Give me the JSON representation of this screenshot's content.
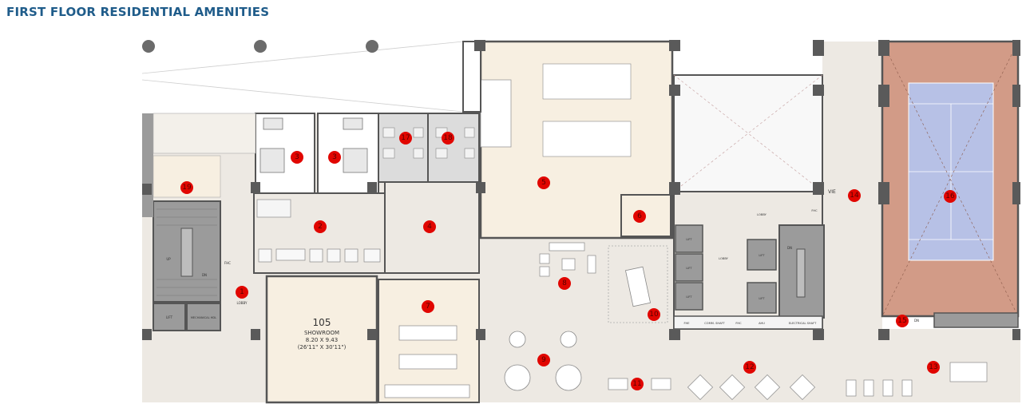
{
  "title": "FIRST FLOOR RESIDENTIAL AMENITIES",
  "colors": {
    "title": "#1f5c8a",
    "floor": "#ede9e3",
    "warm_room": "#f7efe1",
    "wall": "#555555",
    "core": "#9b9b9b",
    "court_outer": "#d29b87",
    "court_inner": "#b7c1e6",
    "marker": "#e10600"
  },
  "showroom": {
    "number": "105",
    "name": "SHOWROOM",
    "metric": "8.20 X 9.43",
    "imperial": "(26'11\" X 30'11\")"
  },
  "labels": {
    "lift": "LIFT",
    "lifts": [
      "LIFT",
      "LIFT",
      "LIFT",
      "LIFT",
      "LIFT"
    ],
    "mech": "MECHANICAL HDL",
    "lobby": "LOBBY",
    "lobby2": "LOBBY",
    "lobby3": "LOBBY",
    "dn": "DN",
    "dn2": "DN",
    "dn3": "DN",
    "up": "UP",
    "fhc": "FHC",
    "fhc2": "FHC",
    "vie": "VIE",
    "bottom_services": [
      "FHE",
      "COMM. SHAFT",
      "FHC",
      "AHU",
      "ELECTRICAL SHAFT"
    ]
  },
  "markers": [
    {
      "n": "1"
    },
    {
      "n": "2"
    },
    {
      "n": "3"
    },
    {
      "n": "3"
    },
    {
      "n": "4"
    },
    {
      "n": "5"
    },
    {
      "n": "6"
    },
    {
      "n": "7"
    },
    {
      "n": "8"
    },
    {
      "n": "9"
    },
    {
      "n": "10"
    },
    {
      "n": "11"
    },
    {
      "n": "12"
    },
    {
      "n": "13"
    },
    {
      "n": "14"
    },
    {
      "n": "15"
    },
    {
      "n": "16"
    },
    {
      "n": "17"
    },
    {
      "n": "18"
    },
    {
      "n": "19"
    }
  ]
}
